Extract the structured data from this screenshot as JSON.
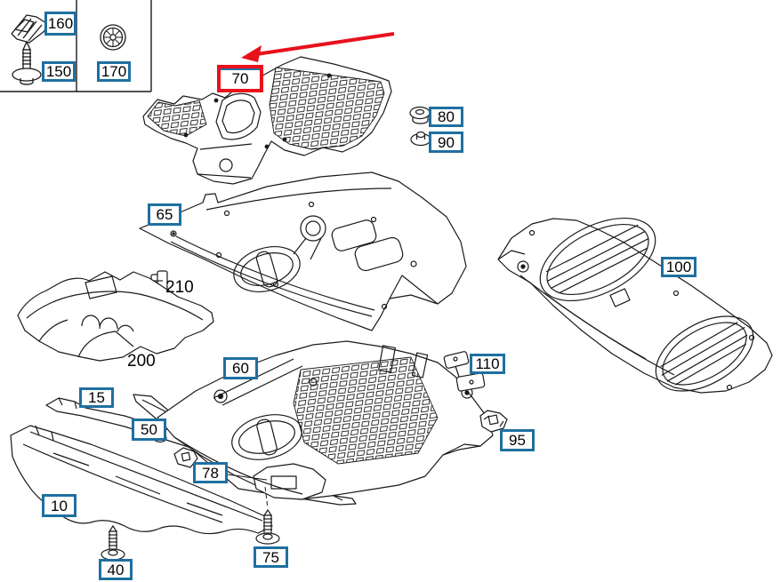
{
  "diagram": {
    "kind": "exploded-parts-line-drawing",
    "background": "#ffffff",
    "colors": {
      "callout_border_blue": "#1f6fa0",
      "highlight_red": "#e8111c",
      "line_art": "#1a1a1a"
    },
    "highlight": {
      "highlighted_callout": "70",
      "red_arrow_points_to": "70"
    },
    "legend": {
      "cell_1_items": [
        "160",
        "150"
      ],
      "cell_2_items": [
        "170"
      ]
    },
    "callouts": {
      "n160": "160",
      "n150": "150",
      "n170": "170",
      "n70": "70",
      "n80": "80",
      "n90": "90",
      "n65": "65",
      "n100": "100",
      "n60": "60",
      "n110": "110",
      "n15": "15",
      "n50": "50",
      "n95": "95",
      "n78": "78",
      "n10": "10",
      "n75": "75",
      "n40": "40"
    },
    "plain_labels": {
      "n210": "210",
      "n200": "200"
    }
  }
}
